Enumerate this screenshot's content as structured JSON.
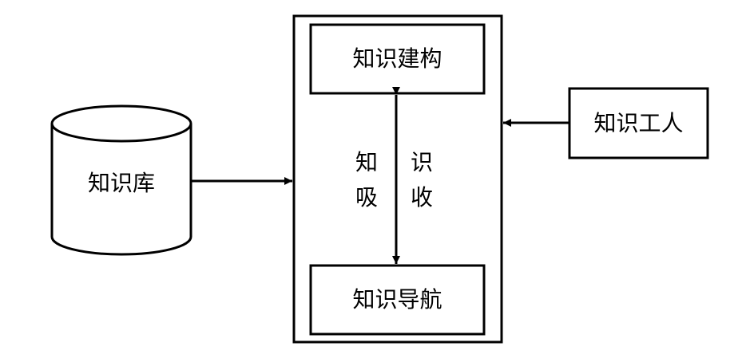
{
  "diagram": {
    "knowledge_base": "知识库",
    "construction": "知识建构",
    "navigation": "知识导航",
    "worker": "知识工人",
    "absorb_line1": "知",
    "absorb_line2": "吸",
    "absorb_line3": "识",
    "absorb_line4": "收"
  },
  "colors": {
    "stroke": "#000000",
    "background": "#ffffff"
  }
}
